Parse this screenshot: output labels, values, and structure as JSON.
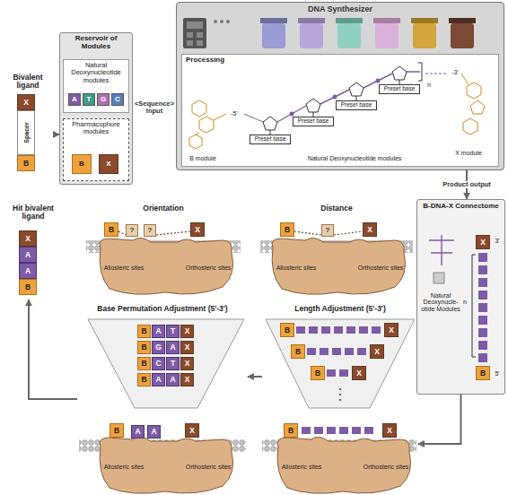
{
  "diagram": {
    "nodes": [
      {
        "text": [
          "Bivalent ligand"
        ]
      },
      {
        "text": [
          "X"
        ],
        "in": 0
      },
      {
        "text": [
          "Spacer"
        ],
        "in": 0
      },
      {
        "text": [
          "B"
        ],
        "in": 0
      },
      {
        "text": [
          "Reservoir of Modules"
        ]
      },
      {
        "text": [
          "Natural Deoxynucleotide modules"
        ],
        "in": 4
      },
      {
        "text": [
          "Pharmacophore modules"
        ],
        "in": 4
      },
      {
        "text": [
          "B"
        ],
        "in": 6
      },
      {
        "text": [
          "X"
        ],
        "in": 6
      },
      {
        "text": [
          "DNA Synthesizer"
        ]
      },
      {
        "text": [
          "Processing"
        ],
        "in": 9
      },
      {
        "text": [
          "B-DNA-X Connectome"
        ]
      },
      {
        "text": [
          "Hit bivalent ligand"
        ]
      },
      {
        "text": [
          "X"
        ],
        "in": 12
      },
      {
        "text": [
          "A"
        ],
        "in": 12
      },
      {
        "text": [
          "A"
        ],
        "in": 12
      },
      {
        "text": [
          "B"
        ],
        "in": 12
      },
      {
        "text": [
          "Orientation"
        ]
      },
      {
        "text": [
          "Distance"
        ]
      },
      {
        "text": [
          "Base Permutation Adjustment (5'-3')"
        ]
      },
      {
        "text": [
          "Length Adjustment (5'-3')"
        ]
      }
    ],
    "edges": [
      {
        "from": 0,
        "to": 4,
        "arrow": "to"
      },
      {
        "from": 4,
        "to": 9,
        "label": "<Sequence> Input",
        "arrow": "to"
      },
      {
        "from": 9,
        "to": 11,
        "label": "Product output",
        "arrow": "to"
      },
      {
        "from": 11,
        "to": 20,
        "arrow": "to"
      },
      {
        "from": 20,
        "to": 19,
        "arrow": "to"
      },
      {
        "from": 19,
        "to": 12,
        "arrow": "to"
      }
    ],
    "labels": [
      "A",
      "T",
      "G",
      "C",
      "B module",
      "-5'",
      "Preset base",
      "Preset base",
      "Preset base",
      "Preset base",
      "n",
      "Natural Deoxynucleotide modules",
      "X module",
      "-3'",
      "3'",
      "X",
      "n",
      "Natural Deoxynucle-otide Modules",
      "B",
      "5'",
      "B",
      "?",
      "?",
      "X",
      "Allosteric sites",
      "Orthosteric sites",
      "B",
      "?",
      "X",
      "Allosteric sites",
      "Orthosteric sites",
      "B",
      "A",
      "T",
      "X",
      "B",
      "G",
      "A",
      "X",
      "B",
      "C",
      "T",
      "X",
      "B",
      "A",
      "A",
      "X",
      "B",
      "A",
      "A",
      "X",
      "Allosteric sites",
      "Orthosteric sites",
      "B",
      "X",
      "B",
      "X",
      "B",
      "X",
      "B",
      "X",
      "Allosteric sites",
      "Orthosteric sites"
    ]
  }
}
